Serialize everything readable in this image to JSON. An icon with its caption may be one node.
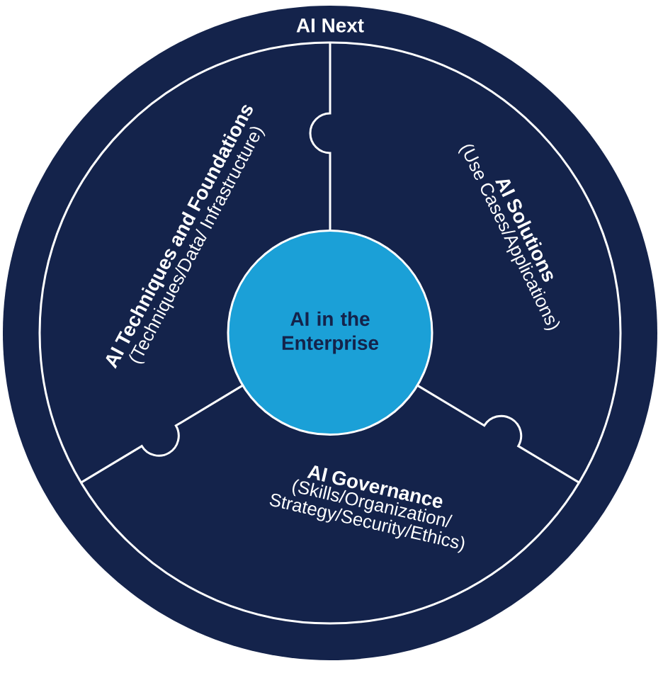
{
  "diagram": {
    "nodes": [
      {
        "text": [
          "AI Next"
        ]
      },
      {
        "text": [
          "AI Techniques and Foundations",
          "(Techniques/Data/ Infrastructure)"
        ],
        "in": 0
      },
      {
        "text": [
          "AI Solutions",
          "(Use Cases/Applications)"
        ],
        "in": 0
      },
      {
        "text": [
          "AI Governance",
          "(Skills/Organization/ Strategy/Security/Ethics)"
        ],
        "in": 0
      },
      {
        "text": [
          "AI in the Enterprise"
        ],
        "in": 0
      }
    ]
  }
}
